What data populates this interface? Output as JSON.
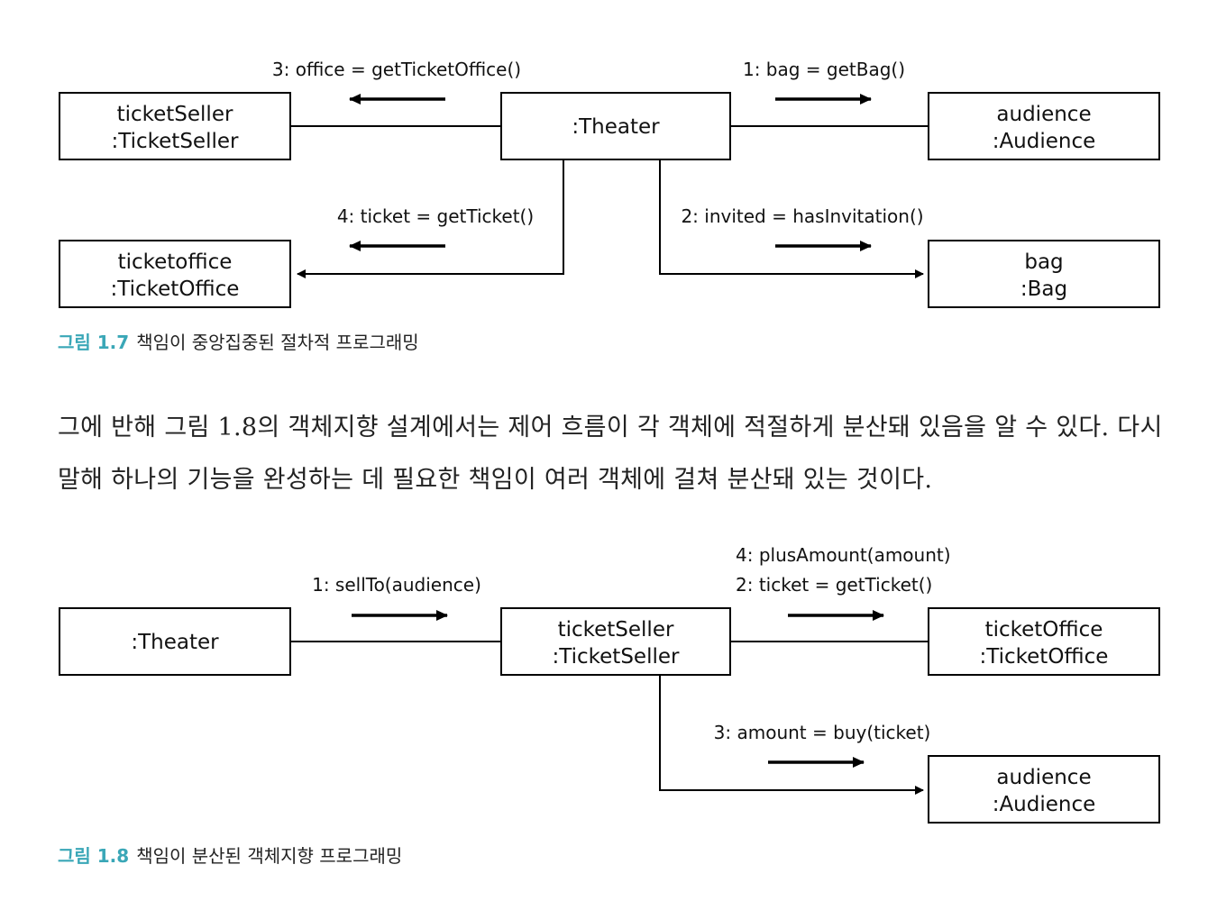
{
  "figure1": {
    "caption_label": "그림 1.7",
    "caption_text": "책임이 중앙집중된 절차적 프로그래밍",
    "nodes": {
      "ticketseller": [
        "ticketSeller",
        ":TicketSeller"
      ],
      "theater": [
        ":Theater"
      ],
      "audience": [
        "audience",
        ":Audience"
      ],
      "ticketoffice": [
        "ticketoffice",
        ":TicketOffice"
      ],
      "bag": [
        "bag",
        ":Bag"
      ]
    },
    "messages": {
      "m1": "1: bag = getBag()",
      "m2": "2: invited = hasInvitation()",
      "m3": "3: office = getTicketOffice()",
      "m4": "4: ticket = getTicket()"
    }
  },
  "paragraph": "그에 반해 그림 1.8의 객체지향 설계에서는 제어 흐름이 각 객체에 적절하게 분산돼 있음을 알 수 있다. 다시 말해 하나의 기능을 완성하는 데 필요한 책임이 여러 객체에 걸쳐 분산돼 있는 것이다.",
  "figure2": {
    "caption_label": "그림 1.8",
    "caption_text": "책임이 분산된 객체지향 프로그래밍",
    "nodes": {
      "theater": [
        ":Theater"
      ],
      "ticketseller": [
        "ticketSeller",
        ":TicketSeller"
      ],
      "ticketoffice": [
        "ticketOffice",
        ":TicketOffice"
      ],
      "audience": [
        "audience",
        ":Audience"
      ]
    },
    "messages": {
      "m1": "1: sellTo(audience)",
      "m4": "4: plusAmount(amount)",
      "m2": "2: ticket = getTicket()",
      "m3": "3: amount = buy(ticket)"
    }
  },
  "colors": {
    "caption_label": "#3aa7b7",
    "line": "#000000",
    "text": "#111111"
  }
}
